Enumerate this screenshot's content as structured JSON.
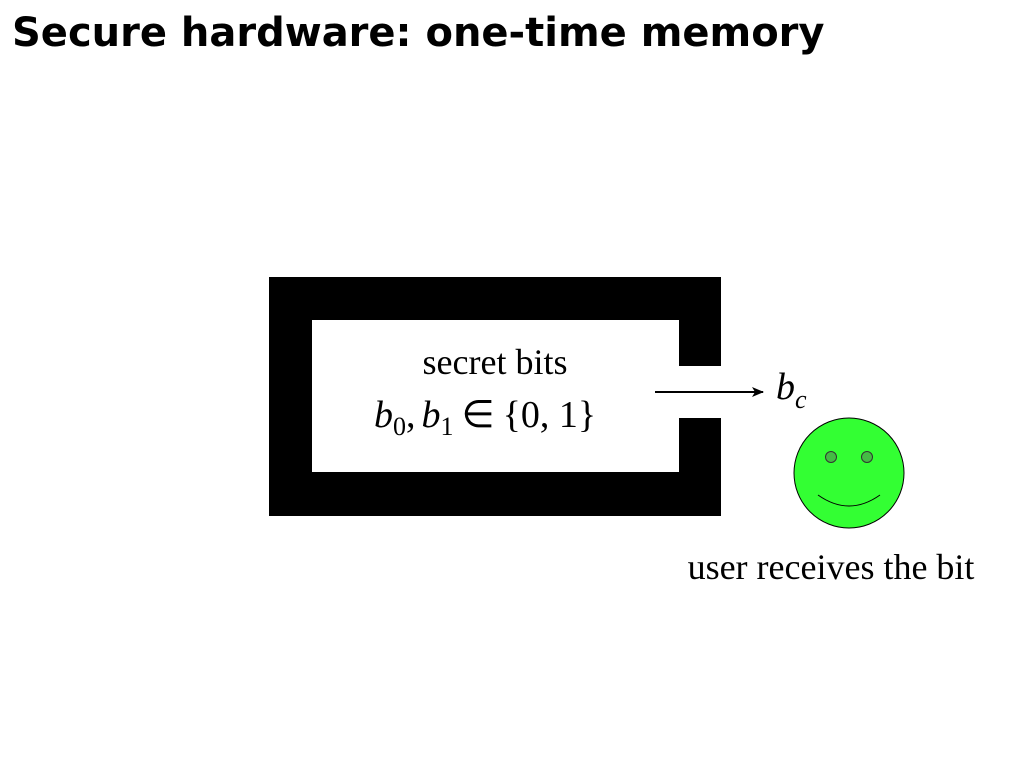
{
  "title": "Secure hardware: one-time memory",
  "box": {
    "label": "secret bits",
    "formula": {
      "b0_base": "b",
      "b0_sub": "0",
      "comma1": ",",
      "b1_base": "b",
      "b1_sub": "1",
      "member": "∈",
      "set": "{0, 1}"
    },
    "color": "#000000"
  },
  "output": {
    "base": "b",
    "sub": "c"
  },
  "user": {
    "label": "user receives the bit",
    "face_color": "#33ff33",
    "eye_color": "#44bb44",
    "icon": "smiley-face-icon"
  }
}
